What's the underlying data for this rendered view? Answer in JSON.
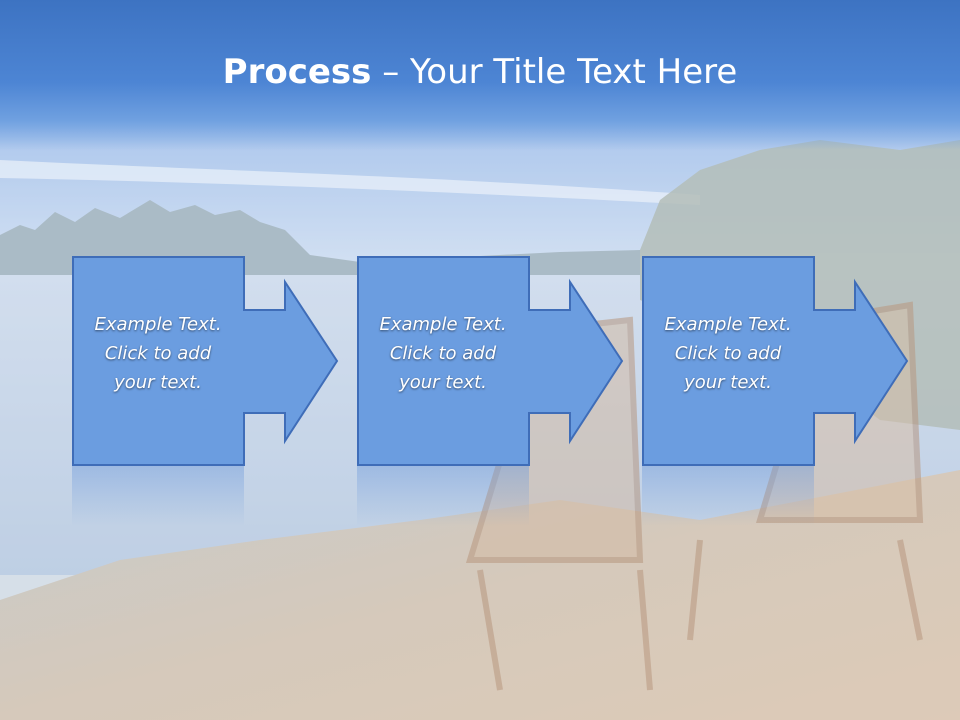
{
  "title": {
    "bold": "Process",
    "dash": " – ",
    "rest": "Your Title Text Here"
  },
  "steps": [
    {
      "line1": "Example Text.",
      "line2": "Click  to add",
      "line3": "your text."
    },
    {
      "line1": "Example Text.",
      "line2": "Click  to add",
      "line3": "your text."
    },
    {
      "line1": "Example Text.",
      "line2": "Click  to add",
      "line3": "your text."
    }
  ],
  "colors": {
    "title_band": "#4a80d0",
    "box_fill": "#6b9de0",
    "box_stroke": "#3f6db8",
    "text": "#ffffff"
  }
}
